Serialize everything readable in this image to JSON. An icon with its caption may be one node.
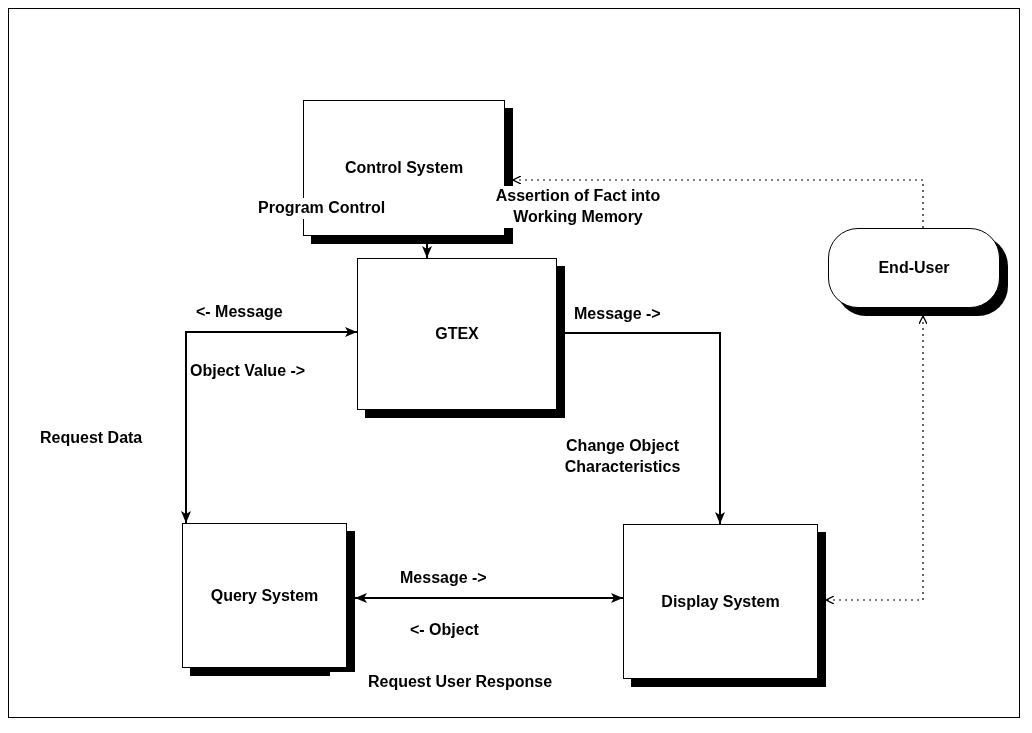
{
  "diagram": {
    "nodes": [
      {
        "text": [
          "Control System"
        ]
      },
      {
        "text": [
          "GTEX"
        ]
      },
      {
        "text": [
          "End-User"
        ]
      },
      {
        "text": [
          "Query System"
        ]
      },
      {
        "text": [
          "Display System"
        ]
      }
    ],
    "edges": [
      {
        "from": 0,
        "to": 1,
        "arrow": "to",
        "label": "Program Control"
      },
      {
        "from": 3,
        "to": 1,
        "arrow": "both",
        "label": "Request Data"
      },
      {
        "from": 1,
        "to": 4,
        "arrow": "to",
        "label": "Change Object Characteristics"
      },
      {
        "from": 3,
        "to": 4,
        "arrow": "both",
        "label": "Request User Response"
      },
      {
        "from": 2,
        "to": 0,
        "arrow": "to",
        "style": "dashed"
      },
      {
        "from": 2,
        "to": 4,
        "arrow": "both",
        "style": "dashed"
      }
    ],
    "labels": [
      "Assertion of Fact into Working Memory",
      "<- Message",
      "Object Value ->",
      "Message ->",
      "Message ->",
      "<- Object"
    ]
  }
}
